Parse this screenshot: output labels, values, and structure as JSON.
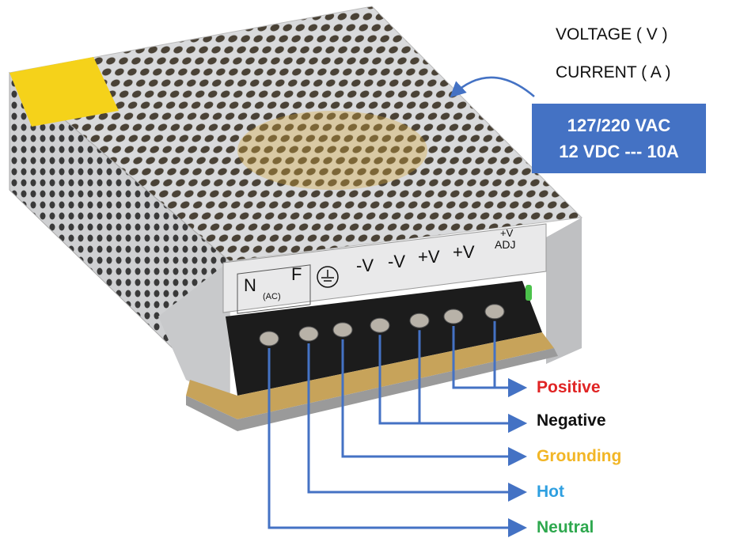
{
  "header": {
    "voltage": "VOLTAGE ( V )",
    "current": "CURRENT ( A )"
  },
  "spec_box": {
    "line1": "127/220 VAC",
    "line2": "12 VDC --- 10A",
    "color": "#4472c4"
  },
  "terminal_labels": {
    "n": "N",
    "ac": "(AC)",
    "f": "F",
    "v1": "-V",
    "v2": "-V",
    "v3": "+V",
    "v4": "+V",
    "adj_top": "+V",
    "adj_bottom": "ADJ"
  },
  "legend": [
    {
      "label": "Positive",
      "color": "#e02424"
    },
    {
      "label": "Negative",
      "color": "#111111"
    },
    {
      "label": "Grounding",
      "color": "#f2b626"
    },
    {
      "label": "Hot",
      "color": "#2e9fe0"
    },
    {
      "label": "Neutral",
      "color": "#2ea84e"
    }
  ],
  "line_color": "#4472c4"
}
